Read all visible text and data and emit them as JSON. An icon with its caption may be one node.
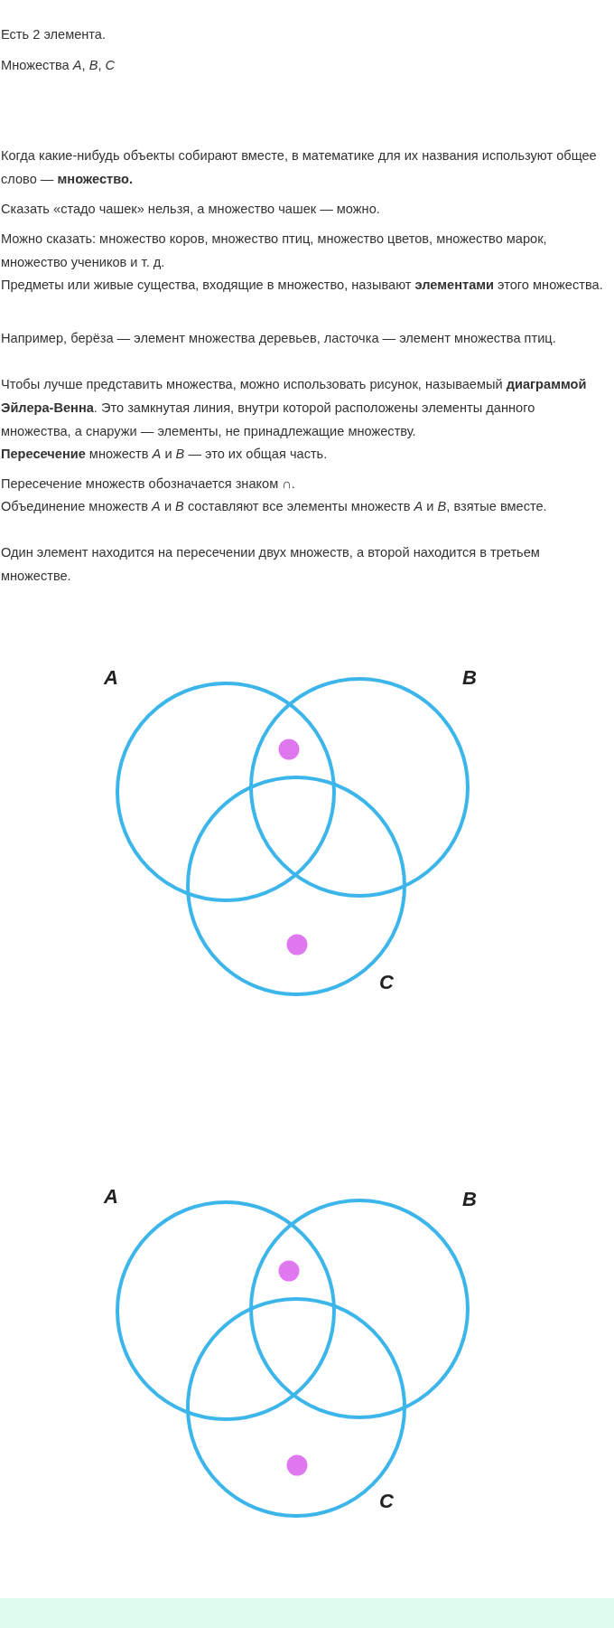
{
  "diagram": {
    "nodes": [
      {
        "text": [
          "A"
        ]
      },
      {
        "text": [
          "B"
        ]
      },
      {
        "text": [
          "C"
        ]
      },
      {
        "text": [
          "A"
        ]
      },
      {
        "text": [
          "B"
        ]
      },
      {
        "text": [
          "C"
        ]
      }
    ],
    "labels": [
      "Есть 2 элемента.",
      "Множества *A*, *B*, *C*",
      "Когда какие-нибудь объекты собирают вместе, в математике для их названия используют общее слово — **множество.**",
      "Сказать «стадо чашек» нельзя, а множество чашек — можно.",
      "Можно сказать: множество коров, множество птиц, множество цветов, множество марок, множество учеников и т. д.",
      "Предметы или живые существа, входящие в множество, называют **элементами** этого множества.",
      "Например, берёза — элемент множества деревьев, ласточка — элемент множества птиц.",
      "Чтобы лучше представить множества, можно использовать рисунок, называемый **диаграммой Эйлера-Венна**. Это замкнутая линия, внутри которой расположены элементы данного множества, а снаружи — элементы, не принадлежащие множеству.",
      "**Пересечение** множеств *A* и *B* — это их общая часть.",
      "Пересечение множеств обозначается знаком ∩.",
      "Объединение множеств *A* и *B* составляют все элементы множеств *A* и *B*, взятые вместе.",
      "Один элемент находится на пересечении двух множеств, а второй находится в третьем множестве."
    ]
  }
}
